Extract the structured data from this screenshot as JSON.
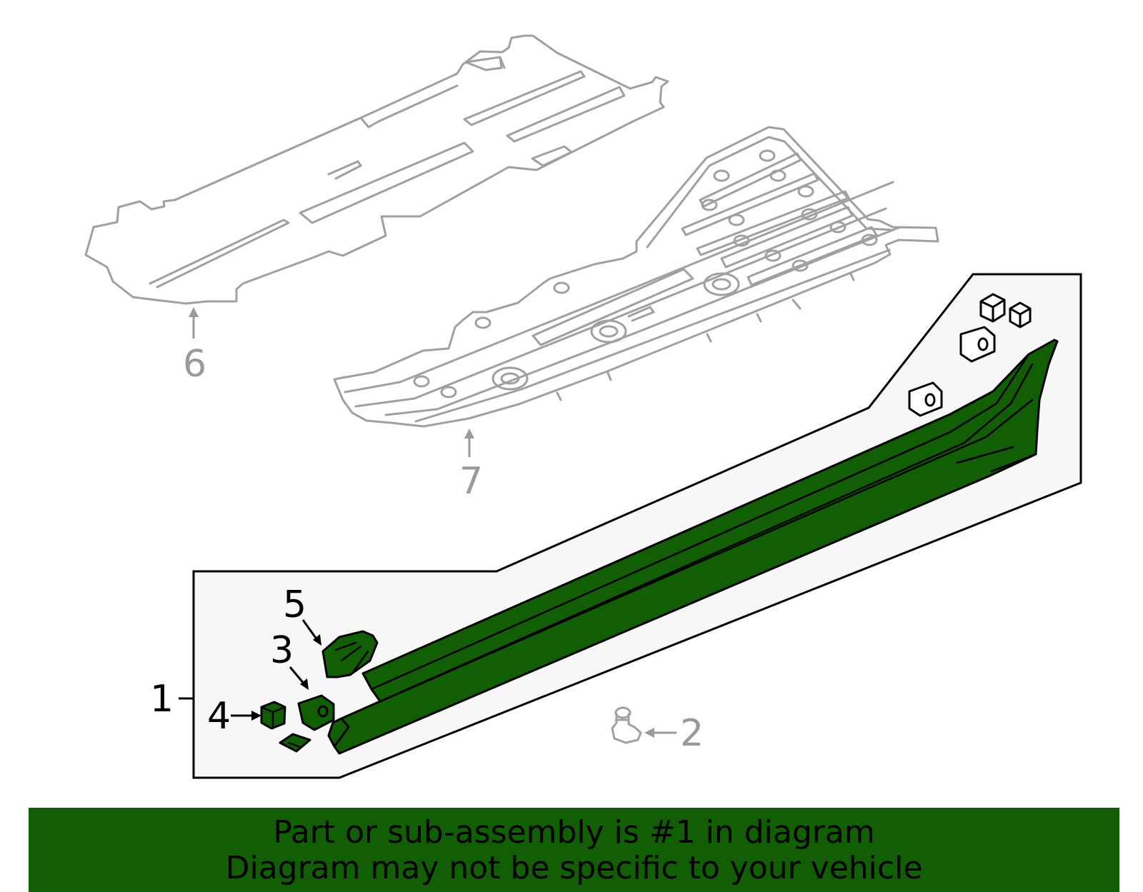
{
  "callouts": {
    "c1": "1",
    "c2": "2",
    "c3": "3",
    "c4": "4",
    "c5": "5",
    "c6": "6",
    "c7": "7"
  },
  "banner": {
    "line1": "Part or sub-assembly is #1 in diagram",
    "line2": "Diagram may not be specific to your vehicle"
  },
  "colors": {
    "highlight": "#115e05",
    "context_parts": "#a0a0a0",
    "outline": "#000000"
  }
}
